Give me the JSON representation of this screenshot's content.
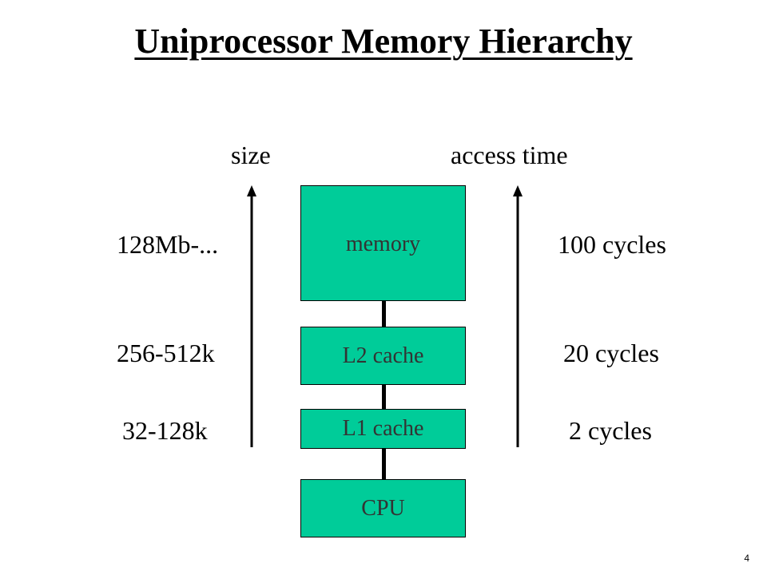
{
  "title": "Uniprocessor Memory Hierarchy",
  "headers": {
    "size": "size",
    "access_time": "access time"
  },
  "levels": [
    {
      "name": "memory",
      "size": "128Mb-...",
      "access": "100 cycles"
    },
    {
      "name": "L2 cache",
      "size": "256-512k",
      "access": "20 cycles"
    },
    {
      "name": "L1 cache",
      "size": "32-128k",
      "access": "2 cycles"
    },
    {
      "name": "CPU"
    }
  ],
  "colors": {
    "box_fill": "#00cc99",
    "line": "#000000"
  },
  "page_number": "4"
}
